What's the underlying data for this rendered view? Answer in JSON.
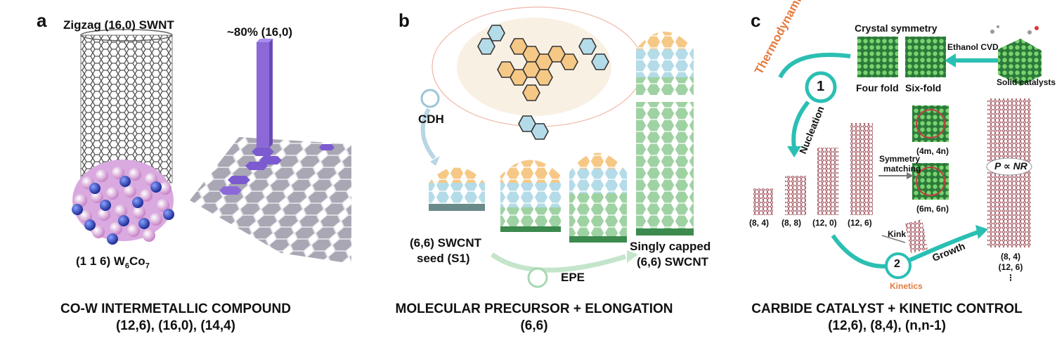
{
  "panel_a": {
    "letter": "a",
    "tube_label": "Zigzag (16,0) SWNT",
    "peak_label": "~80% (16,0)",
    "catalyst_label_pre": "(1 1 6) W",
    "catalyst_sub1": "6",
    "catalyst_mid": "Co",
    "catalyst_sub2": "7",
    "caption_line1": "CO-W INTERMETALLIC COMPOUND",
    "caption_line2": "(12,6), (16,0), (14,4)"
  },
  "panel_b": {
    "letter": "b",
    "cdh_label": "CDH",
    "seed_label_line1": "(6,6) SWCNT",
    "seed_label_line2": "seed (S1)",
    "epe_label": "EPE",
    "product_label_line1": "Singly capped",
    "product_label_line2": "(6,6) SWCNT",
    "caption_line1": "MOLECULAR PRECURSOR + ELONGATION",
    "caption_line2": "(6,6)"
  },
  "panel_c": {
    "letter": "c",
    "thermo_label": "Thermodynamics",
    "crystal_label": "Crystal symmetry",
    "ethanol_label": "Ethanol CVD",
    "four_fold": "Four fold",
    "six_fold": "Six-fold",
    "solid_catalysts": "Solid catalysts",
    "step1": "1",
    "step2": "2",
    "nucleation": "Nucleation",
    "kinetics": "Kinetics",
    "growth": "Growth",
    "symmetry_matching_line1": "Symmetry",
    "symmetry_matching_line2": "matching",
    "m4n4": "(4m, 4n)",
    "m6n6": "(6m, 6n)",
    "kink": "Kink",
    "pnr": "P ∝ NR",
    "tube_labels": [
      "(8, 4)",
      "(8, 8)",
      "(12, 0)",
      "(12, 6)"
    ],
    "right_labels": [
      "(8, 4)",
      "(12, 6)",
      "⋮"
    ],
    "caption_line1": "CARBIDE CATALYST + KINETIC CONTROL",
    "caption_line2": "(12,6), (8,4), (n,n-1)"
  },
  "colors": {
    "tube_gray": "#555555",
    "bar_purple": "#8b6ad8",
    "hex_plate": "#a8a6b2",
    "cap_orange": "#f6c886",
    "cap_blue": "#b4dbe8",
    "cap_green": "#9fd2a3",
    "teal": "#2bbfb3",
    "thermo_orange": "#e57a3c",
    "tube_maroon": "#a0505a"
  }
}
